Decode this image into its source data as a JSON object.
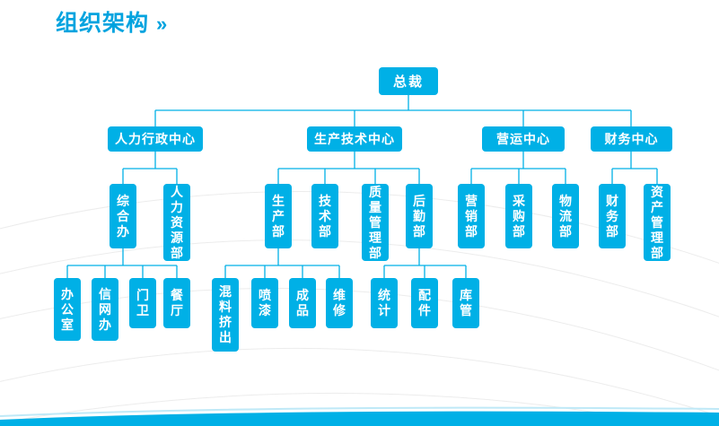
{
  "title": {
    "text": "组织架构",
    "chevron": "»"
  },
  "colors": {
    "box": "#00b0e6",
    "line": "#00b0e6",
    "title": "#00a3df",
    "decor_curve": "#ececec",
    "bottom_wave": "#00b0e6"
  },
  "org": {
    "root": {
      "label": "总裁"
    },
    "centers": [
      {
        "label": "人力行政中心",
        "departments": [
          {
            "label": "综合办",
            "units": [
              {
                "label": "办公室"
              },
              {
                "label": "信网办"
              },
              {
                "label": "门卫"
              },
              {
                "label": "餐厅"
              }
            ]
          },
          {
            "label": "人力资源部",
            "units": []
          }
        ]
      },
      {
        "label": "生产技术中心",
        "departments": [
          {
            "label": "生产部",
            "units": [
              {
                "label": "混料挤出"
              },
              {
                "label": "喷漆"
              },
              {
                "label": "成品"
              },
              {
                "label": "维修"
              }
            ]
          },
          {
            "label": "技术部",
            "units": []
          },
          {
            "label": "质量管理部",
            "units": []
          },
          {
            "label": "后勤部",
            "units": [
              {
                "label": "统计"
              },
              {
                "label": "配件"
              },
              {
                "label": "库管"
              }
            ]
          }
        ]
      },
      {
        "label": "营运中心",
        "departments": [
          {
            "label": "营销部",
            "units": []
          },
          {
            "label": "采购部",
            "units": []
          },
          {
            "label": "物流部",
            "units": []
          }
        ]
      },
      {
        "label": "财务中心",
        "departments": [
          {
            "label": "财务部",
            "units": []
          },
          {
            "label": "资产管理部",
            "units": []
          }
        ]
      }
    ]
  }
}
